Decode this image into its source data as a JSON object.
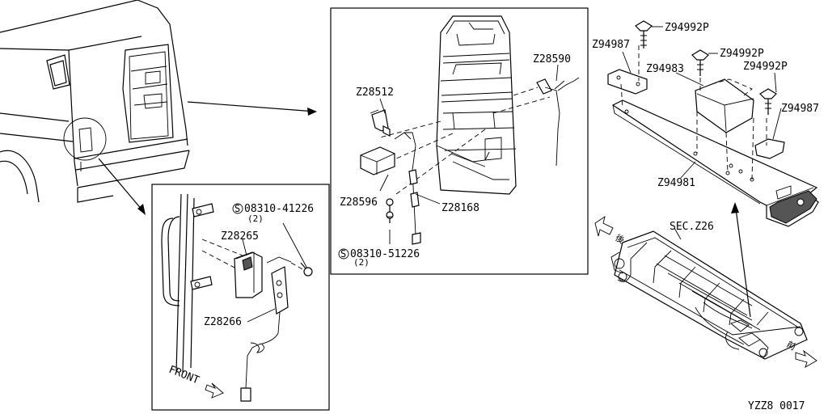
{
  "labels": {
    "z28512": "Z28512",
    "z28590": "Z28590",
    "z28596": "Z28596",
    "z28168": "Z28168",
    "bolt_51226": "08310-51226",
    "bolt_51226_qty": "(2)",
    "bolt_41226": "08310-41226",
    "bolt_41226_qty": "(2)",
    "z28265": "Z28265",
    "z28266": "Z28266",
    "front": "FRONT",
    "z94992p_a": "Z94992P",
    "z94992p_b": "Z94992P",
    "z94992p_c": "Z94992P",
    "z94987_a": "Z94987",
    "z94987_b": "Z94987",
    "z94983": "Z94983",
    "z94981": "Z94981",
    "sec_z26": "SEC.Z26",
    "s_mark": "S",
    "direction_rear": "後",
    "direction_front": "前",
    "diagram_code": "YZZ8 0017"
  }
}
